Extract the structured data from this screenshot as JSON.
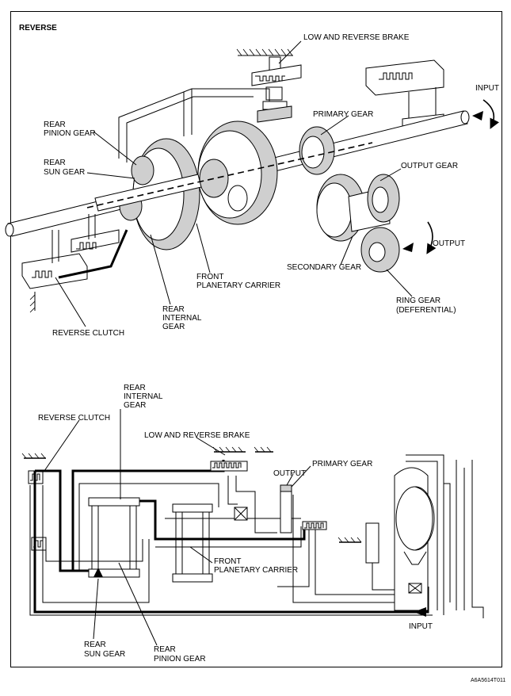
{
  "title": "REVERSE",
  "figure_code": "A6A5614T011",
  "top_diagram": {
    "labels": {
      "low_reverse_brake": "LOW AND REVERSE BRAKE",
      "input": "INPUT",
      "rear_pinion_gear_1": "REAR",
      "rear_pinion_gear_2": "PINION GEAR",
      "primary_gear": "PRIMARY GEAR",
      "rear_sun_gear_1": "REAR",
      "rear_sun_gear_2": "SUN GEAR",
      "output_gear": "OUTPUT GEAR",
      "output": "OUTPUT",
      "front_planetary_carrier_1": "FRONT",
      "front_planetary_carrier_2": "PLANETARY CARRIER",
      "secondary_gear": "SECONDARY GEAR",
      "rear_internal_gear_1": "REAR",
      "rear_internal_gear_2": "INTERNAL",
      "rear_internal_gear_3": "GEAR",
      "ring_gear_1": "RING GEAR",
      "ring_gear_2": "(DEFERENTIAL)",
      "reverse_clutch": "REVERSE CLUTCH"
    }
  },
  "bottom_diagram": {
    "labels": {
      "rear_internal_gear_1": "REAR",
      "rear_internal_gear_2": "INTERNAL",
      "rear_internal_gear_3": "GEAR",
      "reverse_clutch": "REVERSE CLUTCH",
      "low_reverse_brake": "LOW AND REVERSE BRAKE",
      "primary_gear": "PRIMARY GEAR",
      "output": "OUTPUT",
      "front_planetary_carrier_1": "FRONT",
      "front_planetary_carrier_2": "PLANETARY CARRIER",
      "input": "INPUT",
      "rear_sun_gear_1": "REAR",
      "rear_sun_gear_2": "SUN GEAR",
      "rear_pinion_gear_1": "REAR",
      "rear_pinion_gear_2": "PINION GEAR"
    }
  }
}
